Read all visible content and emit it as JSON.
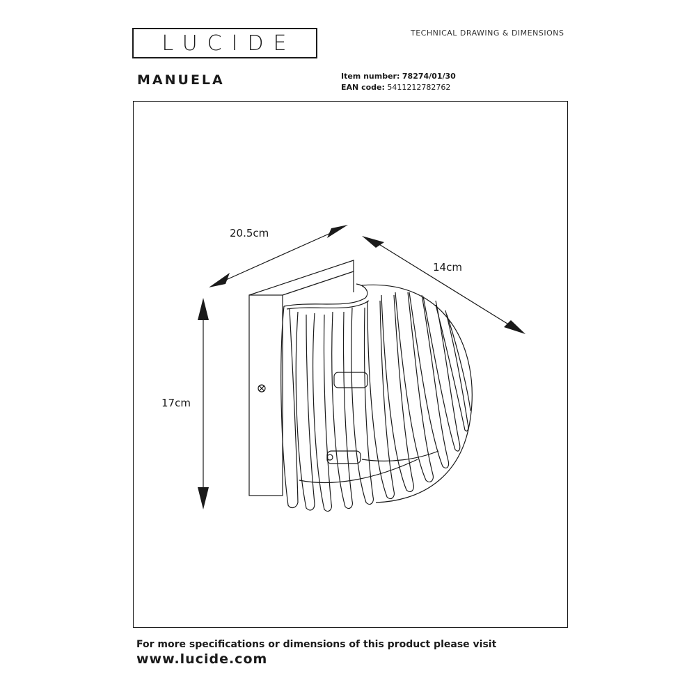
{
  "header": {
    "brand": "LUCIDE",
    "doc_label": "TECHNICAL DRAWING & DIMENSIONS"
  },
  "product": {
    "name": "MANUELA",
    "item_number_label": "Item number:",
    "item_number": "78274/01/30",
    "ean_label": "EAN code:",
    "ean": "5411212782762"
  },
  "dimensions": {
    "width": "20.5cm",
    "depth": "14cm",
    "height": "17cm"
  },
  "footer": {
    "text": "For more specifications or dimensions of this product please visit",
    "url": "www.lucide.com"
  }
}
